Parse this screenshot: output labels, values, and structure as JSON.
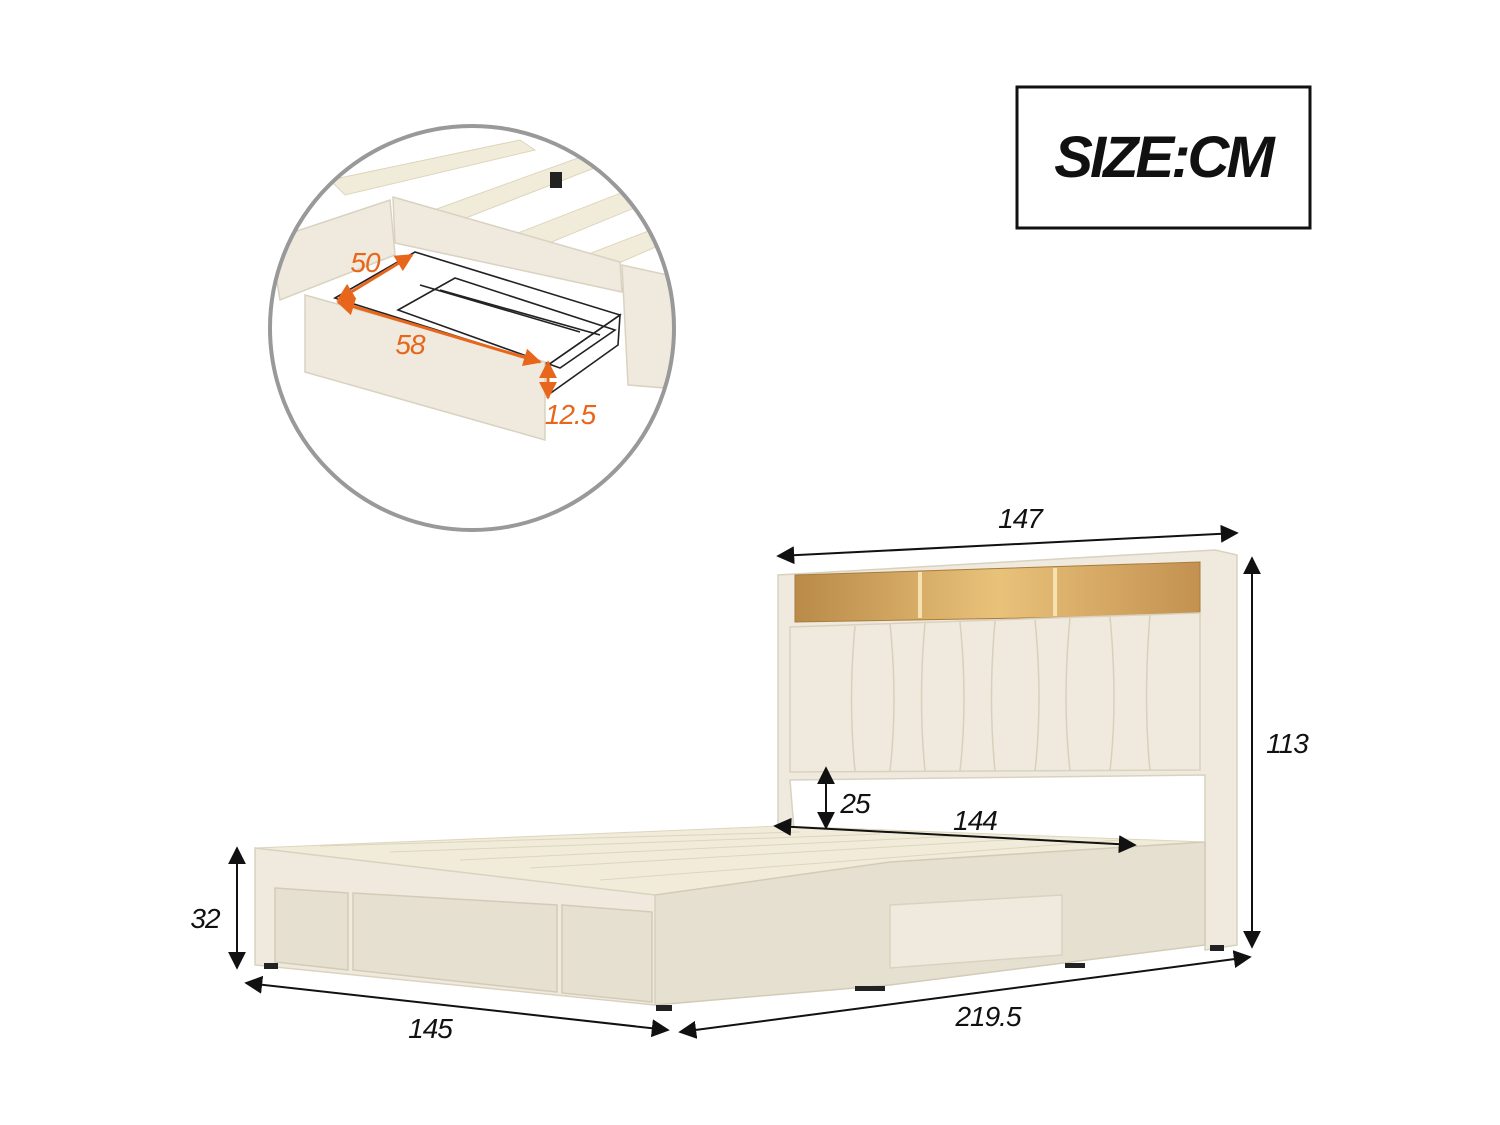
{
  "unit_label": "SIZE:CM",
  "colors": {
    "accent": "#e8661c",
    "fabric": "#efeadd",
    "wood": "#c99a52",
    "line": "#111111",
    "inset_border": "#999999"
  },
  "inset": {
    "title": "drawer detail",
    "dimensions": {
      "depth": "50",
      "width": "58",
      "height": "12.5"
    }
  },
  "bed": {
    "dimensions": {
      "headboard_width": "147",
      "total_height": "113",
      "under_headboard_clearance": "25",
      "inner_width": "144",
      "side_rail_height": "32",
      "overall_width": "145",
      "overall_length": "219.5"
    }
  }
}
